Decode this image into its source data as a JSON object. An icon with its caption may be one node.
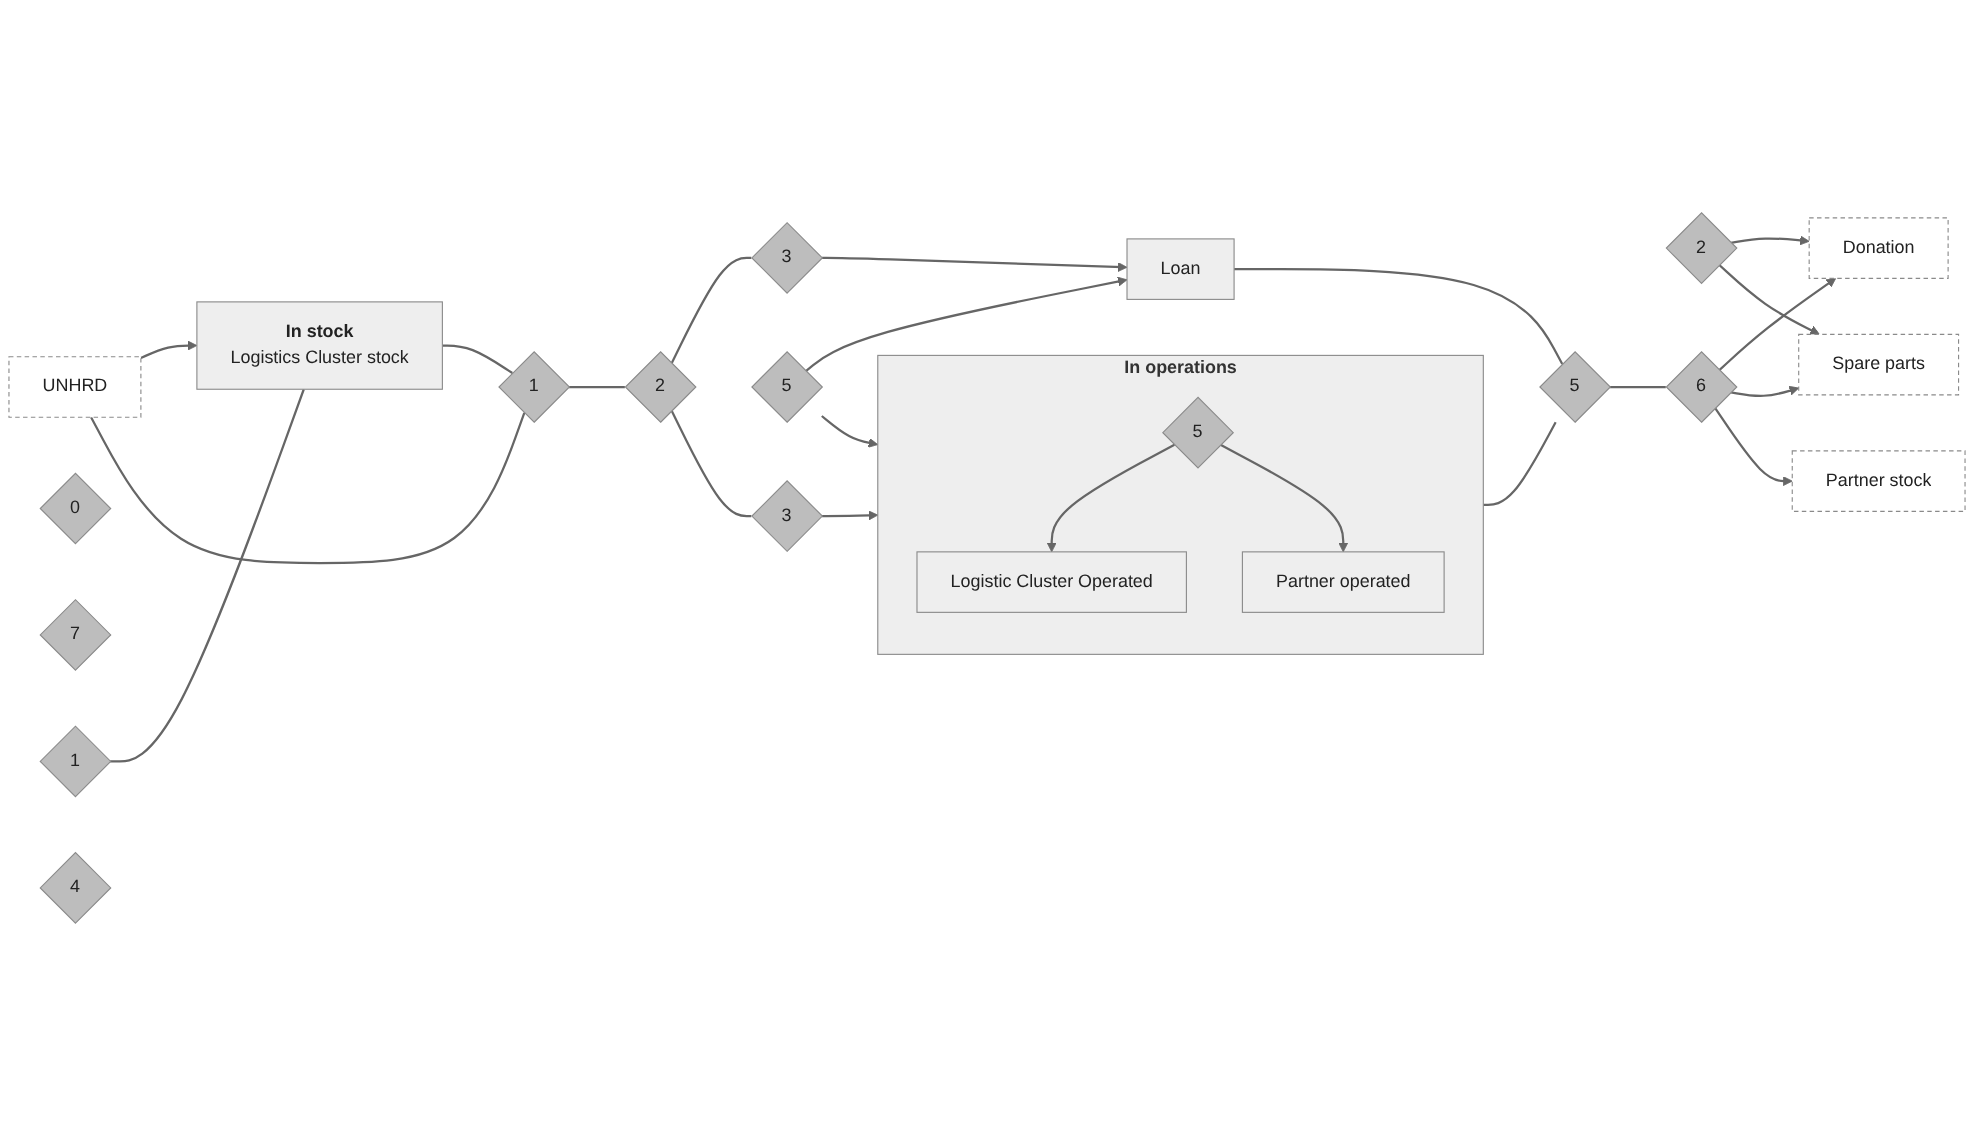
{
  "diagram": {
    "nodes": [
      {
        "text": [
          "UNHRD"
        ]
      },
      {
        "text": [
          "In stock",
          "Logistics Cluster stock"
        ]
      },
      {
        "text": [
          "0"
        ]
      },
      {
        "text": [
          "Partner stock"
        ]
      },
      {
        "text": [
          "7"
        ]
      },
      {
        "text": [
          "1"
        ]
      },
      {
        "text": [
          "2"
        ]
      },
      {
        "text": [
          "1"
        ]
      },
      {
        "text": [
          "2"
        ]
      },
      {
        "text": [
          "3"
        ]
      },
      {
        "text": [
          "Loan"
        ]
      },
      {
        "text": [
          "5"
        ]
      },
      {
        "text": [
          "In operations"
        ]
      },
      {
        "text": [
          "Logistic Cluster Operated"
        ],
        "in": 12
      },
      {
        "text": [
          "4"
        ]
      },
      {
        "text": [
          "5"
        ],
        "in": 12
      },
      {
        "text": [
          "Partner operated"
        ],
        "in": 12
      },
      {
        "text": [
          "3"
        ]
      },
      {
        "text": [
          "5"
        ]
      },
      {
        "text": [
          "Donation"
        ]
      },
      {
        "text": [
          "Spare parts"
        ]
      },
      {
        "text": [
          "6"
        ]
      }
    ],
    "edges": [
      {
        "from": 0,
        "to": 1,
        "arrow": "to"
      },
      {
        "from": 0,
        "to": 7,
        "arrow": "none"
      },
      {
        "from": 5,
        "to": 1,
        "arrow": "none"
      },
      {
        "from": 1,
        "to": 7,
        "arrow": "none"
      },
      {
        "from": 7,
        "to": 8,
        "arrow": "none"
      },
      {
        "from": 8,
        "to": 9,
        "arrow": "none"
      },
      {
        "from": 9,
        "to": 10,
        "arrow": "to"
      },
      {
        "from": 8,
        "to": 17,
        "arrow": "none"
      },
      {
        "from": 17,
        "to": 12,
        "arrow": "to"
      },
      {
        "from": 11,
        "to": 10,
        "arrow": "to"
      },
      {
        "from": 11,
        "to": 12,
        "arrow": "to"
      },
      {
        "from": 15,
        "to": 13,
        "arrow": "to"
      },
      {
        "from": 15,
        "to": 16,
        "arrow": "to"
      },
      {
        "from": 10,
        "to": 18,
        "arrow": "none"
      },
      {
        "from": 12,
        "to": 18,
        "arrow": "none"
      },
      {
        "from": 18,
        "to": 21,
        "arrow": "none"
      },
      {
        "from": 21,
        "to": 19,
        "arrow": "to"
      },
      {
        "from": 21,
        "to": 20,
        "arrow": "to"
      },
      {
        "from": 21,
        "to": 3,
        "arrow": "to"
      },
      {
        "from": 6,
        "to": 19,
        "arrow": "to"
      },
      {
        "from": 6,
        "to": 20,
        "arrow": "to"
      }
    ]
  }
}
